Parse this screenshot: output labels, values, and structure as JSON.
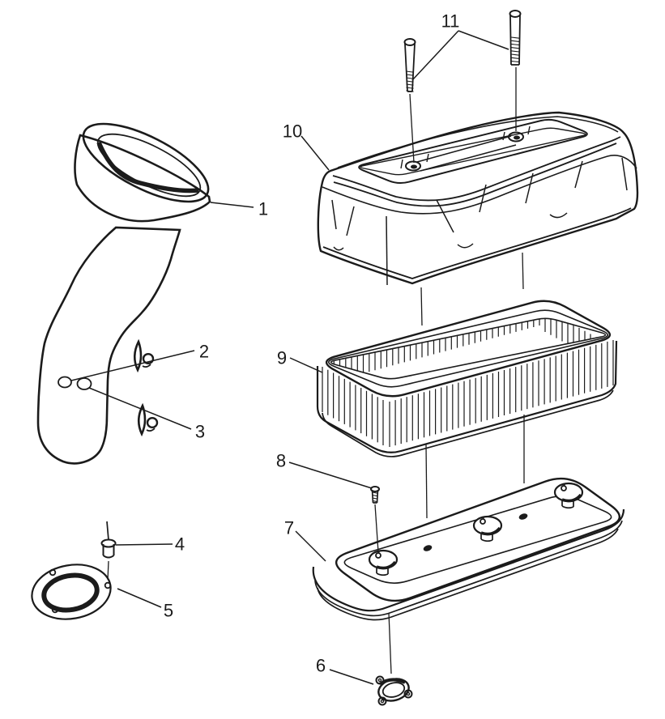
{
  "figure": {
    "kind": "exploded-parts-diagram",
    "background_color": "#ffffff",
    "line_color": "#1b1b1b",
    "callout_count": 11
  },
  "callouts": {
    "c1": "1",
    "c2": "2",
    "c3": "3",
    "c4": "4",
    "c5": "5",
    "c6": "6",
    "c7": "7",
    "c8": "8",
    "c9": "9",
    "c10": "10",
    "c11": "11"
  }
}
